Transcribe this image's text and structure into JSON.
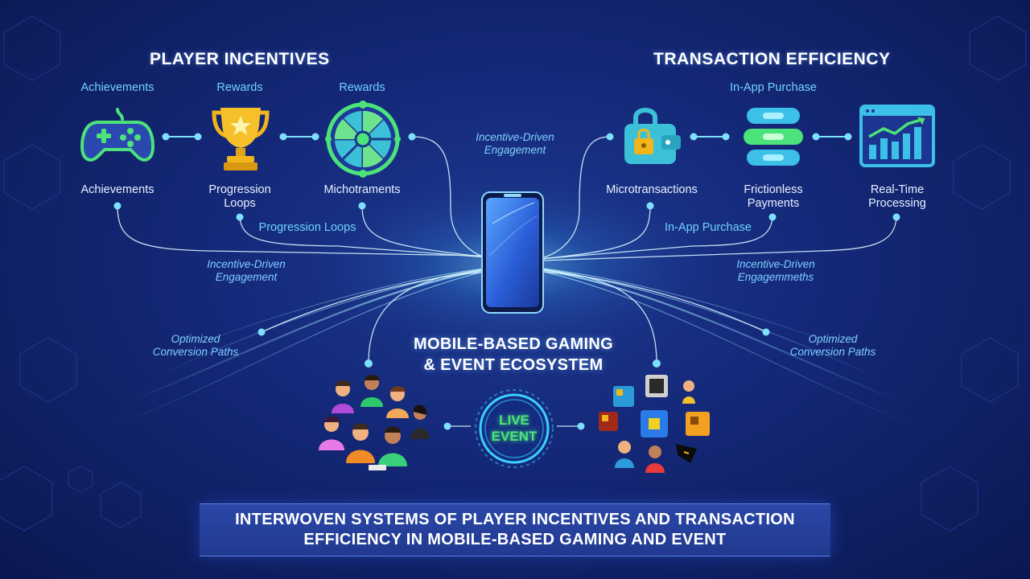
{
  "left_section": {
    "heading": "PLAYER INCENTIVES",
    "top_labels": [
      "Achievements",
      "Rewards",
      "Rewards"
    ],
    "bottom_labels": [
      "Achievements",
      "Progression\nLoops",
      "Michotraments"
    ],
    "icons": [
      "gamepad-icon",
      "trophy-icon",
      "reward-wheel-icon"
    ]
  },
  "right_section": {
    "heading": "TRANSACTION EFFICIENCY",
    "top_label": "In-App Purchase",
    "bottom_labels": [
      "Microtransactions",
      "Frictionless\nPayments",
      "Real-Time\nProcessing"
    ],
    "icons": [
      "wallet-lock-icon",
      "payment-stack-icon",
      "growth-chart-icon"
    ]
  },
  "flow_labels": {
    "center_top": "Incentive-Driven\nEngagement",
    "progression_loops": "Progression Loops",
    "in_app_purchase": "In-App Purchase",
    "left_engagement": "Incentive-Driven\nEngagement",
    "right_engagement": "Incentive-Driven\nEngagemmeths",
    "left_conversion": "Optimized\nConversion Paths",
    "right_conversion": "Optimized\nConversion Paths"
  },
  "center": {
    "title": "MOBILE-BASED GAMING\n& EVENT ECOSYSTEM",
    "live_event": "LIVE\nEVENT",
    "icons": [
      "smartphone-icon",
      "players-group-icon",
      "game-blocks-icon"
    ]
  },
  "banner": {
    "text": "INTERWOVEN SYSTEMS OF PLAYER INCENTIVES AND TRANSACTION\nEFFICIENCY IN MOBILE-BASED GAMING AND EVENT"
  },
  "colors": {
    "background": "#15297a",
    "accent_cyan": "#5ad0ff",
    "green": "#4be37a",
    "gold": "#f2b51c",
    "banner": "#23399a"
  }
}
